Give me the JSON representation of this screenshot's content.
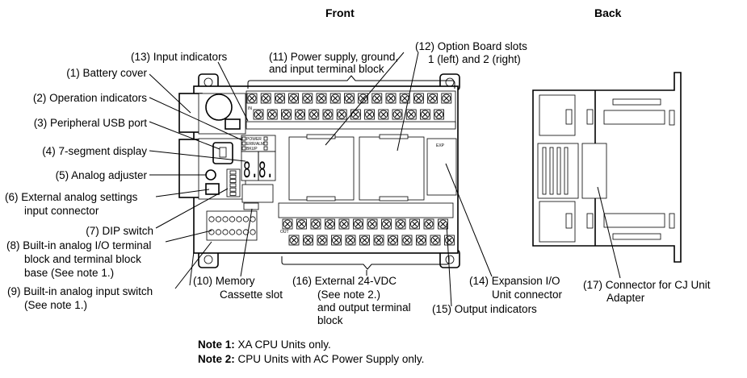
{
  "titles": {
    "front": "Front",
    "back": "Back"
  },
  "labels": {
    "l13": "(13) Input indicators",
    "l11a": "(11) Power supply, ground,",
    "l11b": "and input terminal block",
    "l12a": "(12) Option Board slots",
    "l12b": "1 (left) and 2 (right)",
    "l1": "(1) Battery cover",
    "l2": "(2) Operation indicators",
    "l3": "(3) Peripheral USB port",
    "l4": "(4) 7-segment display",
    "l5": "(5) Analog adjuster",
    "l6a": "(6) External analog settings",
    "l6b": "input connector",
    "l7": "(7) DIP switch",
    "l8a": "(8) Built-in analog I/O terminal",
    "l8b": "block and terminal block",
    "l8c": "base (See note 1.)",
    "l9a": "(9) Built-in analog input switch",
    "l9b": "(See note 1.)",
    "l10a": "(10) Memory",
    "l10b": "Cassette slot",
    "l16a": "(16) External 24-VDC",
    "l16b": "(See note 2.)",
    "l16c": "and output terminal",
    "l16d": "block",
    "l15": "(15) Output indicators",
    "l14a": "(14) Expansion I/O",
    "l14b": "Unit connector",
    "l17a": "(17) Connector for CJ Unit",
    "l17b": "Adapter"
  },
  "device": {
    "indicators": [
      "POWER",
      "ERR/ALM",
      "BKUP"
    ],
    "exp_label": "EXP",
    "in_label": "IN",
    "out_label": "OUT",
    "segment_text": "8.8."
  },
  "notes": [
    {
      "key": "Note 1:",
      "text": " XA CPU Units only."
    },
    {
      "key": "Note 2:",
      "text": " CPU Units with AC Power Supply only."
    }
  ]
}
